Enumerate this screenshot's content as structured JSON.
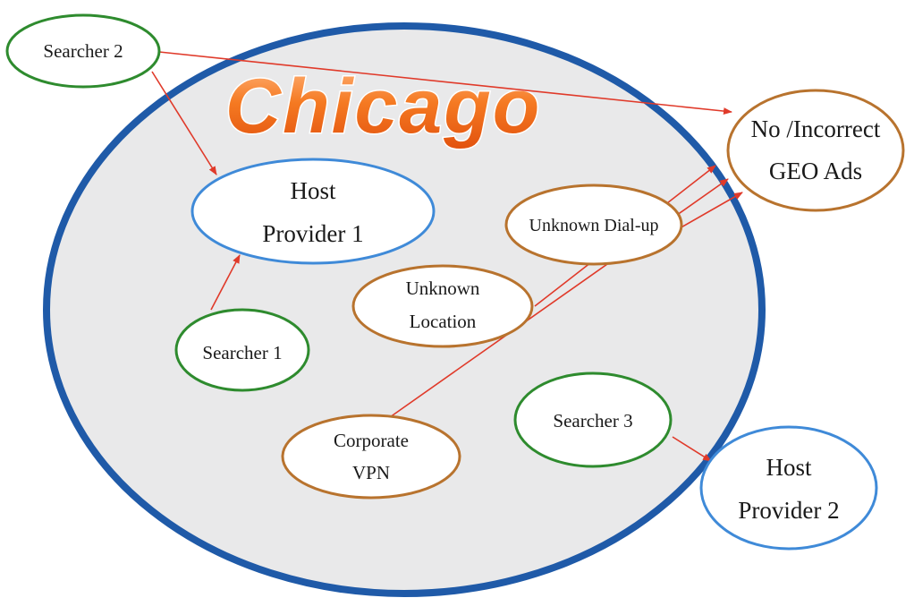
{
  "title": "Chicago",
  "colors": {
    "region_fill": "#e9e9ea",
    "region_stroke": "#1f5aa8",
    "searcher_stroke": "#2e8b2e",
    "host_stroke": "#3f8ad8",
    "unknown_stroke": "#b8732e",
    "arrow": "#e03a2a",
    "title_fill": "#f26a1b"
  },
  "nodes": {
    "searcher1": "Searcher 1",
    "searcher2": "Searcher 2",
    "searcher3": "Searcher 3",
    "host1_line1": "Host",
    "host1_line2": "Provider 1",
    "host2_line1": "Host",
    "host2_line2": "Provider 2",
    "unknown_dialup": "Unknown Dial-up",
    "unknown_location_line1": "Unknown",
    "unknown_location_line2": "Location",
    "corporate_vpn_line1": "Corporate",
    "corporate_vpn_line2": "VPN",
    "geo_ads_line1": "No /Incorrect",
    "geo_ads_line2": "GEO Ads"
  }
}
